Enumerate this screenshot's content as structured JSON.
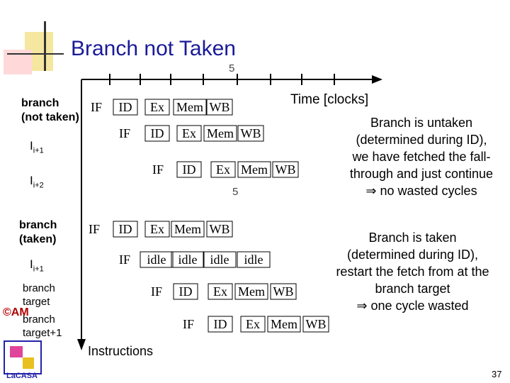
{
  "slide": {
    "title": "Branch not Taken",
    "page_number": "37",
    "time_label": "Time [clocks]",
    "axis_label": "Instructions",
    "annotations": [
      "5",
      "5"
    ],
    "copyright": "©AM",
    "logo_text": "LaCASA"
  },
  "rows": [
    {
      "label_line1": "branch",
      "label_line2": "(not taken)",
      "stages": [
        "IF",
        "ID",
        "Ex",
        "Mem",
        "WB"
      ]
    },
    {
      "label_base": "I",
      "label_sub": "i+1",
      "stages": [
        "IF",
        "ID",
        "Ex",
        "Mem",
        "WB"
      ]
    },
    {
      "label_base": "I",
      "label_sub": "i+2",
      "stages": [
        "IF",
        "ID",
        "Ex",
        "Mem",
        "WB"
      ]
    },
    {
      "label_line1": "branch",
      "label_line2": "(taken)",
      "stages": [
        "IF",
        "ID",
        "Ex",
        "Mem",
        "WB"
      ]
    },
    {
      "label_base": "I",
      "label_sub": "i+1",
      "stages": [
        "IF",
        "idle",
        "idle",
        "idle",
        "idle"
      ]
    },
    {
      "label_line1": "branch",
      "label_line2": "target",
      "stages": [
        "IF",
        "ID",
        "Ex",
        "Mem",
        "WB"
      ]
    },
    {
      "label_line1": "branch",
      "label_line2": "target+1",
      "stages": [
        "IF",
        "ID",
        "Ex",
        "Mem",
        "WB"
      ]
    }
  ],
  "notes": {
    "untaken": [
      "Branch is untaken",
      "(determined during ID),",
      "we have fetched the fall-",
      "through and just continue",
      "⇒ no wasted cycles"
    ],
    "taken": [
      "Branch is taken",
      "(determined during ID),",
      "restart the fetch from at the",
      "branch target",
      "⇒ one cycle wasted"
    ]
  }
}
